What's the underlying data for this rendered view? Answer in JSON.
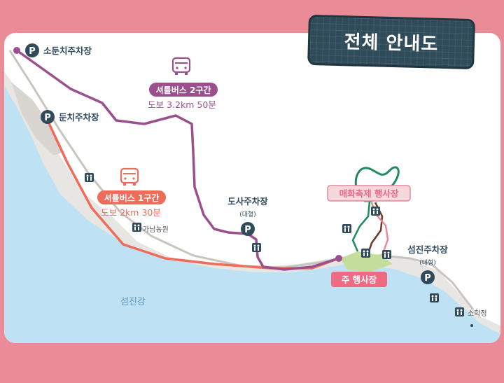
{
  "title": "전체 안내도",
  "parking": {
    "sodun": "소둔치주차장",
    "dun": "둔치주차장",
    "dosa": "도사주차장",
    "dosa_sub": "(대형)",
    "seomjin": "섬진주차장",
    "seomjin_sub": "(대형)"
  },
  "parking_symbol": "P",
  "shuttle1": {
    "name": "셔틀버스 1구간",
    "walk": "도보 2km 30분",
    "color": "#ef6b5a"
  },
  "shuttle2": {
    "name": "셔틀버스 2구간",
    "walk": "도보 3.2km 50분",
    "color": "#9b4f8c"
  },
  "venues": {
    "festival": "매화축제 행사장",
    "main": "주 행사장"
  },
  "places": {
    "farm": "가남농원",
    "river": "섬진강",
    "sohakjeong": "소학정"
  },
  "colors": {
    "river": "#bfe1f4",
    "land": "#e8e6e3",
    "trail_green": "#1f8a5b",
    "trail_brown": "#6b3a2a",
    "trail_pink": "#e7889c",
    "navy": "#2f4b5a"
  },
  "icons": [
    "parking-icon",
    "bus-icon",
    "restroom-icon"
  ]
}
